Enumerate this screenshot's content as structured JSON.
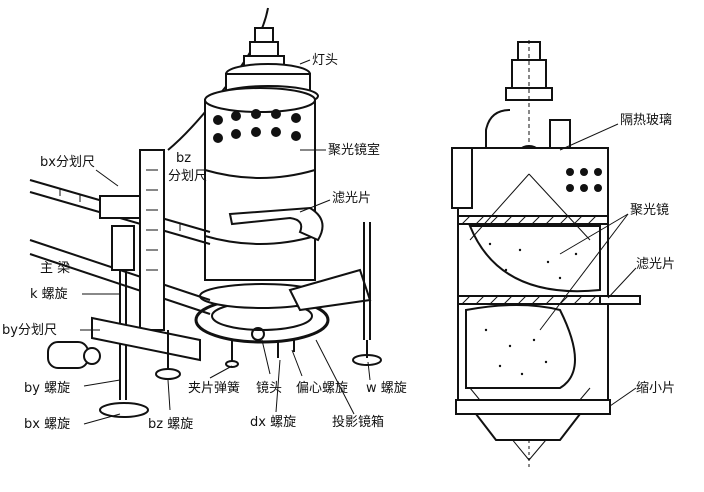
{
  "left_labels": {
    "lamp_head": "灯头",
    "condenser_chamber": "聚光镜室",
    "filter": "滤光片",
    "bz_scale": "bz\n分划尺",
    "bx_scale": "bx分划尺",
    "main_beam": "主  梁",
    "k_screw": "k 螺旋",
    "by_scale": "by分划尺",
    "by_screw": "by 螺旋",
    "bx_screw": "bx 螺旋",
    "bz_screw": "bz 螺旋",
    "clip_spring": "夹片弹簧",
    "lens": "镜头",
    "eccentric_screw": "偏心螺旋",
    "w_screw": "w 螺旋",
    "dx_screw": "dx 螺旋",
    "projection_box": "投影镜箱"
  },
  "right_labels": {
    "heat_glass": "隔热玻璃",
    "condenser_lens": "聚光镜",
    "filter": "滤光片",
    "reduction_plate": "缩小片"
  }
}
